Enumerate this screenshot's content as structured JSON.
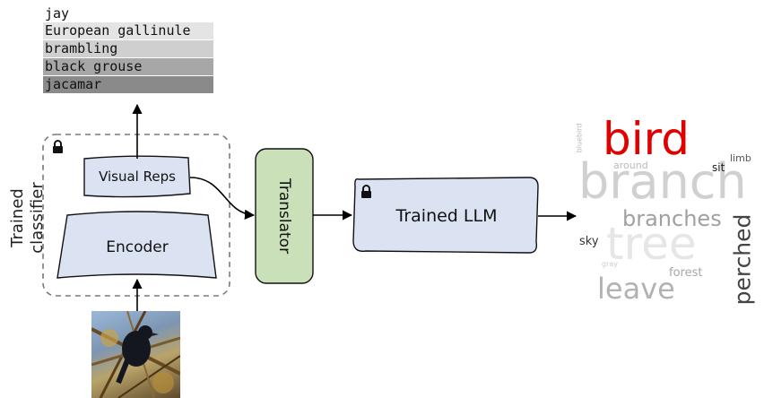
{
  "predictions": [
    {
      "label": "jay",
      "shade": "#ffffff"
    },
    {
      "label": "European gallinule",
      "shade": "#e4e4e4"
    },
    {
      "label": "brambling",
      "shade": "#cfcfcf"
    },
    {
      "label": "black grouse",
      "shade": "#a7a7a7"
    },
    {
      "label": "jacamar",
      "shade": "#8a8a8a"
    }
  ],
  "classifier": {
    "title": "Trained classifier",
    "visual_reps": "Visual Reps",
    "encoder": "Encoder"
  },
  "translator": {
    "label": "Translator"
  },
  "llm": {
    "label": "Trained LLM"
  },
  "word_cloud": {
    "bird": "bird",
    "branch": "branch",
    "tree": "tree",
    "branches": "branches",
    "leave": "leave",
    "perched": "perched",
    "sky": "sky",
    "forest": "forest",
    "limb": "limb",
    "sit": "sit",
    "around": "around",
    "bluebird": "bluebird",
    "gray": "gray"
  },
  "colors": {
    "box_fill": "#dbe3f3",
    "translator_fill": "#c9e0b9",
    "highlight_word": "#e00000",
    "dashed_border": "#7a7a7a"
  },
  "icons": {
    "lock": "lock-icon",
    "input": "bird-photo"
  }
}
